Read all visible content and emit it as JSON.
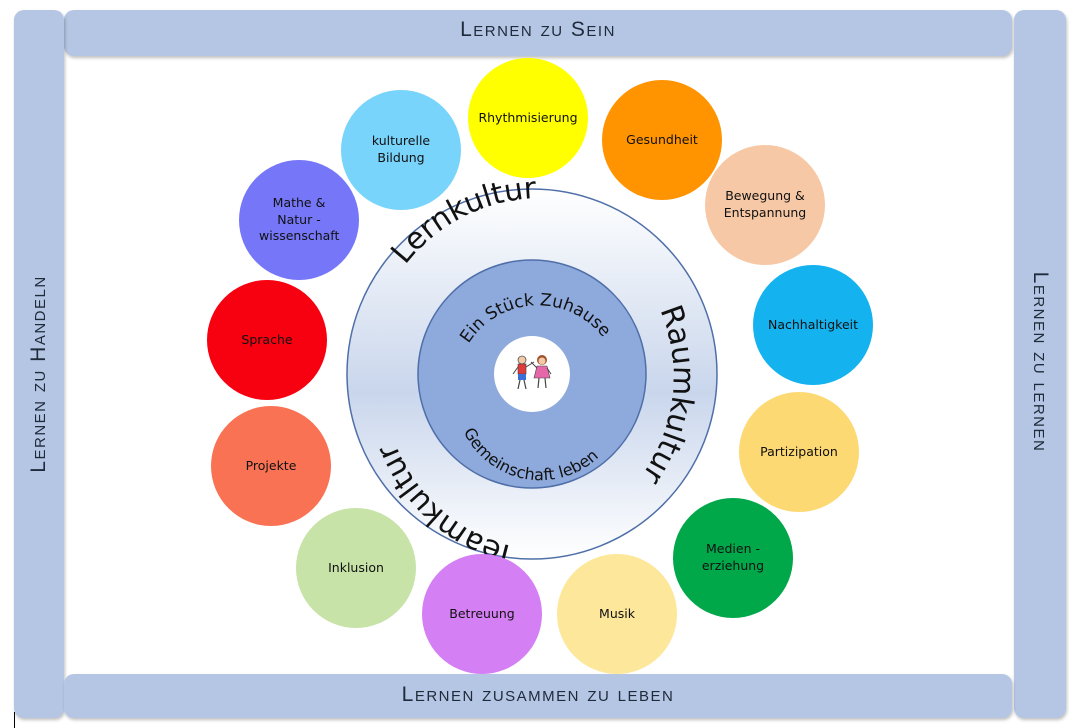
{
  "frame": {
    "top": "Lernen zu Sein",
    "bottom": "Lernen zusammen zu leben",
    "left": "Lernen zu Handeln",
    "right": "Lernen zu lernen"
  },
  "ring": {
    "outer_arc_labels": [
      "Lernkultur",
      "Raumkultur",
      "Teamkultur"
    ],
    "inner_arc_labels": [
      "Ein Stück Zuhause",
      "Gemeinschaft leben"
    ],
    "center_image": "children-drawing-icon"
  },
  "topics": [
    {
      "label": "Rhythmisierung",
      "color": "#ffff00"
    },
    {
      "label": "Gesundheit",
      "color": "#ff9300"
    },
    {
      "label": "Bewegung & Entspannung",
      "color": "#f6c8a6"
    },
    {
      "label": "Nachhaltigkeit",
      "color": "#14b2ef"
    },
    {
      "label": "Partizipation",
      "color": "#fcd973"
    },
    {
      "label": "Medien - erziehung",
      "color": "#00a84a"
    },
    {
      "label": "Musik",
      "color": "#fde79a"
    },
    {
      "label": "Betreuung",
      "color": "#d57ff5"
    },
    {
      "label": "Inklusion",
      "color": "#c8e3a8"
    },
    {
      "label": "Projekte",
      "color": "#fa7254"
    },
    {
      "label": "Sprache",
      "color": "#f70010"
    },
    {
      "label": "Mathe & Natur - wissenschaft",
      "color": "#7677f8"
    },
    {
      "label": "kulturelle Bildung",
      "color": "#79d4fb"
    }
  ],
  "colors": {
    "frame": "#b4c6e4",
    "outer_ring": "#d9e2f1",
    "inner_ring": "#8ea9dc"
  }
}
